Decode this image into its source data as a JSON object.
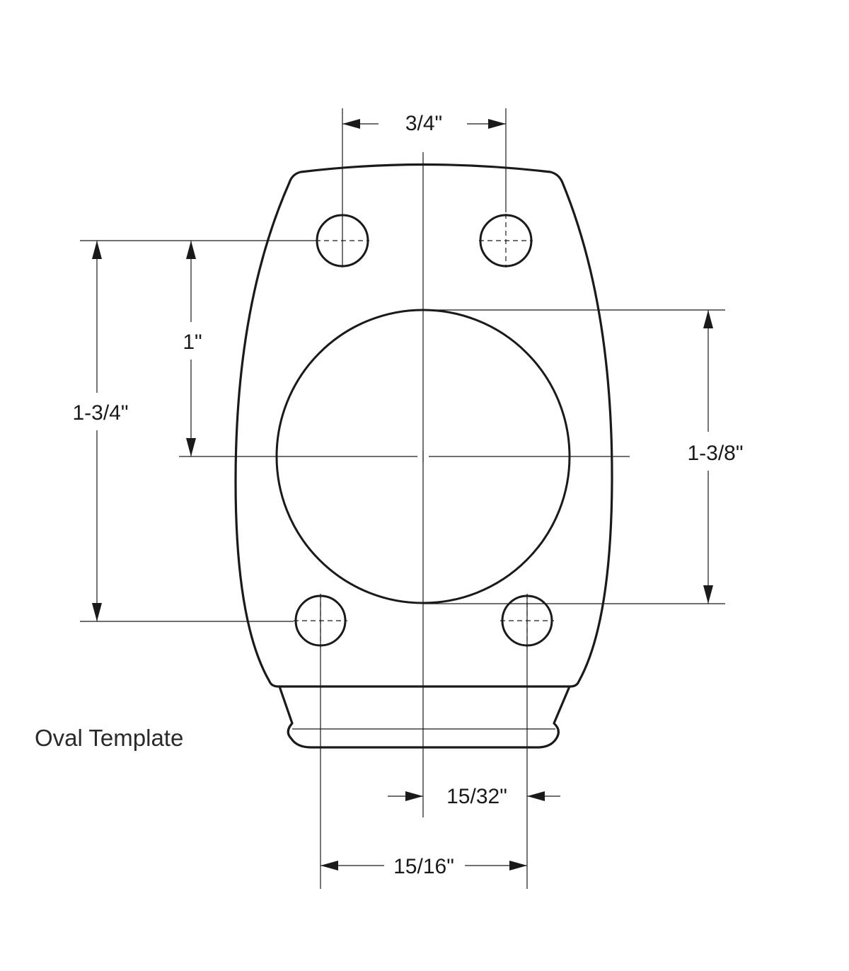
{
  "title": "Oval Template",
  "dimensions": {
    "top_hole_spacing": "3/4\"",
    "top_hole_to_center": "1\"",
    "top_to_bottom_holes": "1-3/4\"",
    "large_hole_diameter": "1-3/8\"",
    "center_to_bottom_hole": "15/32\"",
    "bottom_hole_spacing": "15/16\""
  },
  "colors": {
    "line": "#1a1a1a",
    "background": "#ffffff"
  }
}
